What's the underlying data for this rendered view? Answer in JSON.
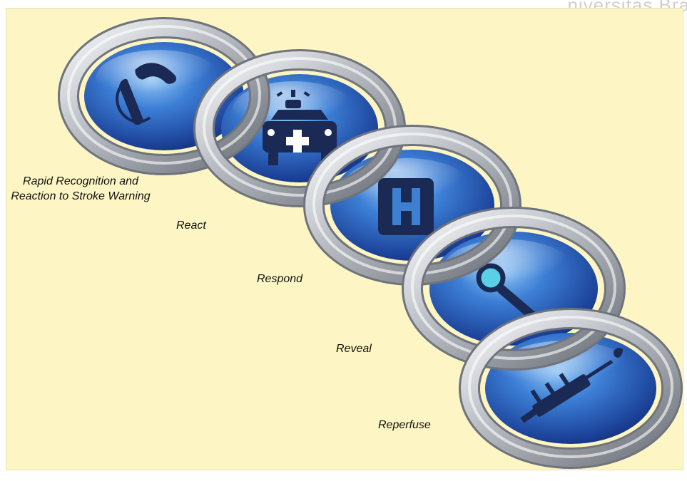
{
  "watermark": {
    "text": "niversitas Bra"
  },
  "colors": {
    "background": "#fdf6c4",
    "disc": "#1f4fa8",
    "ring": "#b9bcc2",
    "icon": "#1a2a55"
  },
  "links": [
    {
      "icon": "phone-icon",
      "label": "Rapid Recognition and Reaction to Stroke Warning"
    },
    {
      "icon": "ambulance-icon",
      "label": "React"
    },
    {
      "icon": "hospital-icon",
      "label": "Respond"
    },
    {
      "icon": "magnifier-icon",
      "label": "Reveal"
    },
    {
      "icon": "syringe-icon",
      "label": "Reperfuse"
    }
  ]
}
